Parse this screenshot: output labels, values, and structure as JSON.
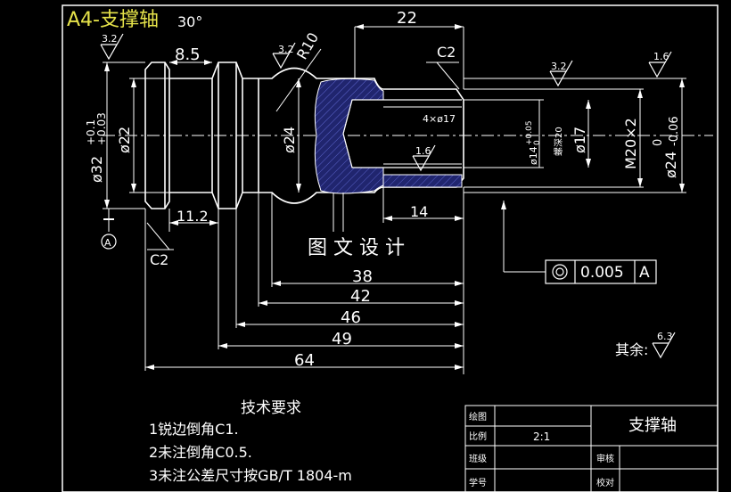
{
  "drawing": {
    "title": "A4-支撑轴",
    "watermark": "图 文 设 计",
    "chamfer_angle": "30°",
    "roughness": {
      "r1": "3.2",
      "r2": "3.2",
      "r3": "3.2",
      "r4": "1.6",
      "r5": "1.6",
      "rest": "6.3"
    },
    "rest_label": "其余:",
    "radius": "R10",
    "dims": {
      "d22_top": "22",
      "d8_5": "8.5",
      "d11_2": "11.2",
      "d14": "14",
      "d38": "38",
      "d42": "42",
      "d46": "46",
      "d49": "49",
      "d64": "64",
      "c2_top": "C2",
      "c2_bottom": "C2",
      "phi32": "ø32",
      "phi32_tol_upper": "+0.1",
      "phi32_tol_lower": "+0.03",
      "phi22": "ø22",
      "phi24_mid": "ø24",
      "holes": "4×ø17",
      "phi14": "ø14",
      "phi14_tol_upper": "+0.05",
      "phi14_tol_lower": "0",
      "depth_note": "螺深20",
      "phi17": "ø17",
      "m20": "M20×2",
      "phi24_right": "ø24",
      "phi24_tol_upper": "0",
      "phi24_tol_lower": "-0.06"
    },
    "datum": "A",
    "gdt": {
      "symbol": "concentricity",
      "value": "0.005",
      "datum": "A"
    }
  },
  "tech_requirements": {
    "heading": "技术要求",
    "items": [
      "1锐边倒角C1.",
      "2未注倒角C0.5.",
      "3未注公差尺寸按GB/T  1804-m"
    ]
  },
  "title_block": {
    "part_name": "支撑轴",
    "labels": {
      "drawn": "绘图",
      "scale": "比例",
      "class": "班级",
      "student_no": "学号",
      "review": "审核",
      "check": "校对"
    },
    "scale_value": "2:1"
  },
  "colors": {
    "background": "#000000",
    "lines": "#ffffff",
    "title": "#e6e34a",
    "hatch": "#2a2f8f"
  }
}
